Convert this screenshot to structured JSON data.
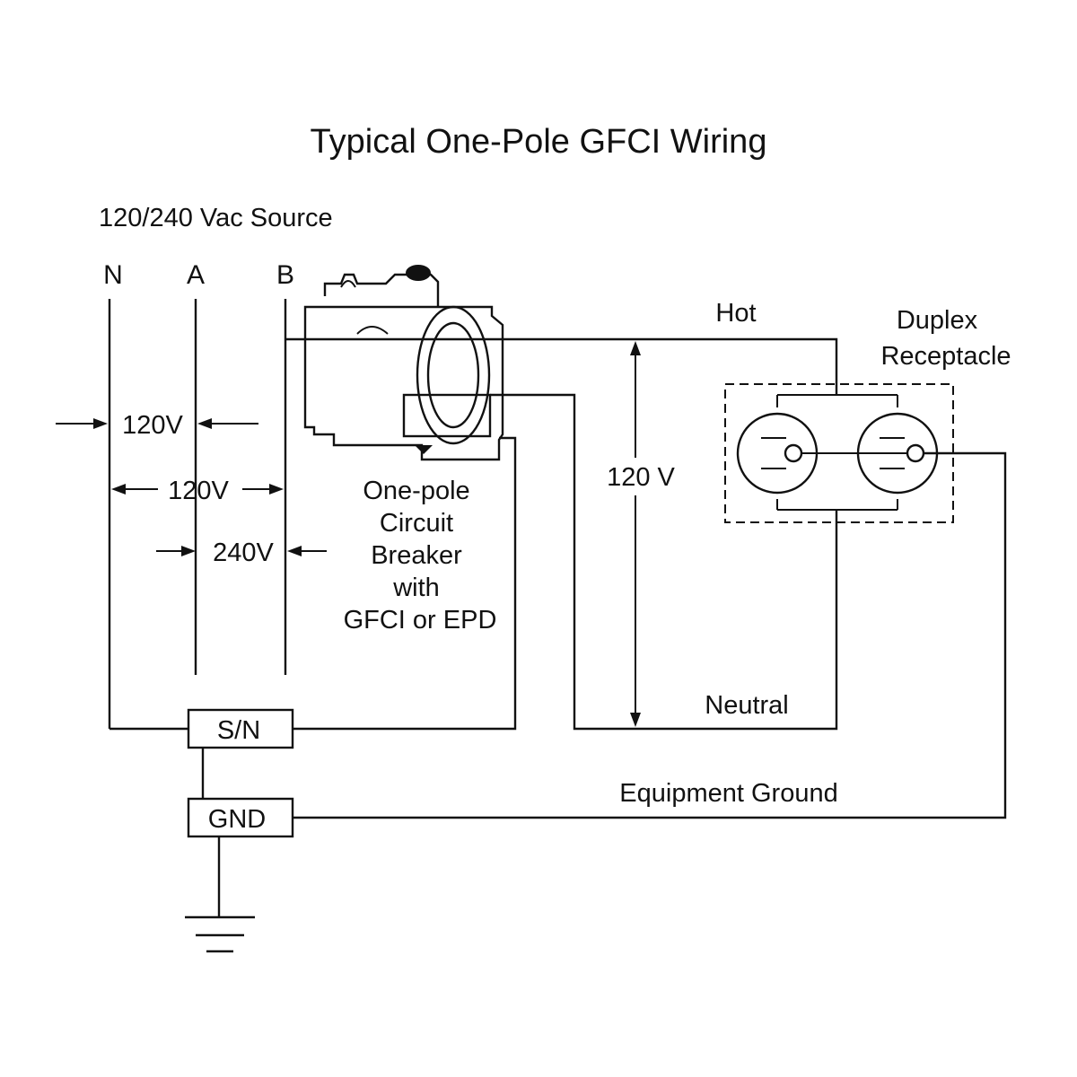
{
  "title": "Typical One-Pole GFCI Wiring",
  "source_label": "120/240 Vac Source",
  "buses": {
    "n": "N",
    "a": "A",
    "b": "B"
  },
  "voltages": {
    "n_to_a": "120V",
    "n_to_b": "120V",
    "a_to_b": "240V",
    "hot_to_neutral": "120 V"
  },
  "breaker": {
    "line1": "One-pole",
    "line2": "Circuit",
    "line3": "Breaker",
    "line4": "with",
    "line5": "GFCI or EPD"
  },
  "wires": {
    "hot": "Hot",
    "neutral": "Neutral",
    "equipment_ground": "Equipment Ground"
  },
  "receptacle": {
    "line1": "Duplex",
    "line2": "Receptacle"
  },
  "terminals": {
    "sn": "S/N",
    "gnd": "GND"
  },
  "colors": {
    "line": "#111111",
    "background": "#ffffff"
  }
}
